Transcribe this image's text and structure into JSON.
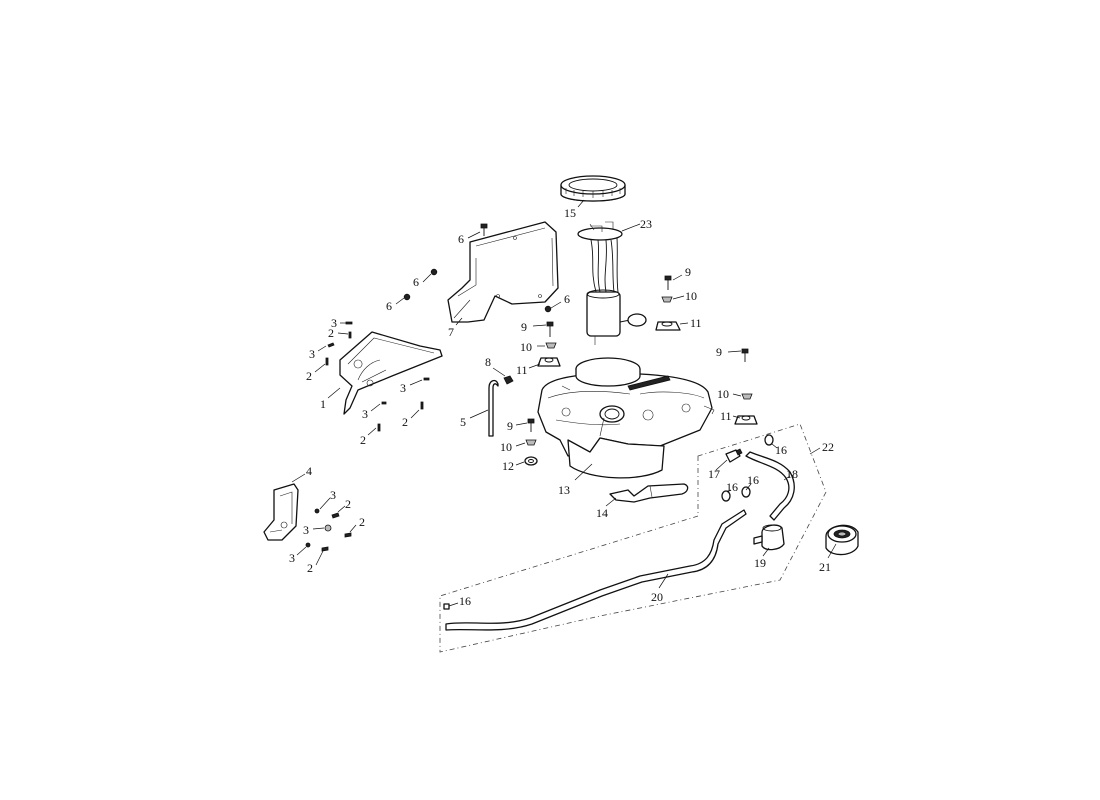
{
  "callouts": {
    "c1": "1",
    "c2a": "2",
    "c2b": "2",
    "c2c": "2",
    "c2d": "2",
    "c2e": "2",
    "c2f": "2",
    "c3a": "3",
    "c3b": "3",
    "c3c": "3",
    "c3d": "3",
    "c3e": "3",
    "c3f": "3",
    "c3g": "3",
    "c4": "4",
    "c5": "5",
    "c6a": "6",
    "c6b": "6",
    "c6c": "6",
    "c6d": "6",
    "c7": "7",
    "c8": "8",
    "c9a": "9",
    "c9b": "9",
    "c9c": "9",
    "c9d": "9",
    "c10a": "10",
    "c10b": "10",
    "c10c": "10",
    "c10d": "10",
    "c11a": "11",
    "c11b": "11",
    "c11c": "11",
    "c12": "12",
    "c13": "13",
    "c14": "14",
    "c15": "15",
    "c16a": "16",
    "c16b": "16",
    "c16c": "16",
    "c16d": "16",
    "c17": "17",
    "c18": "18",
    "c19": "19",
    "c20": "20",
    "c21": "21",
    "c22": "22",
    "c23": "23"
  }
}
